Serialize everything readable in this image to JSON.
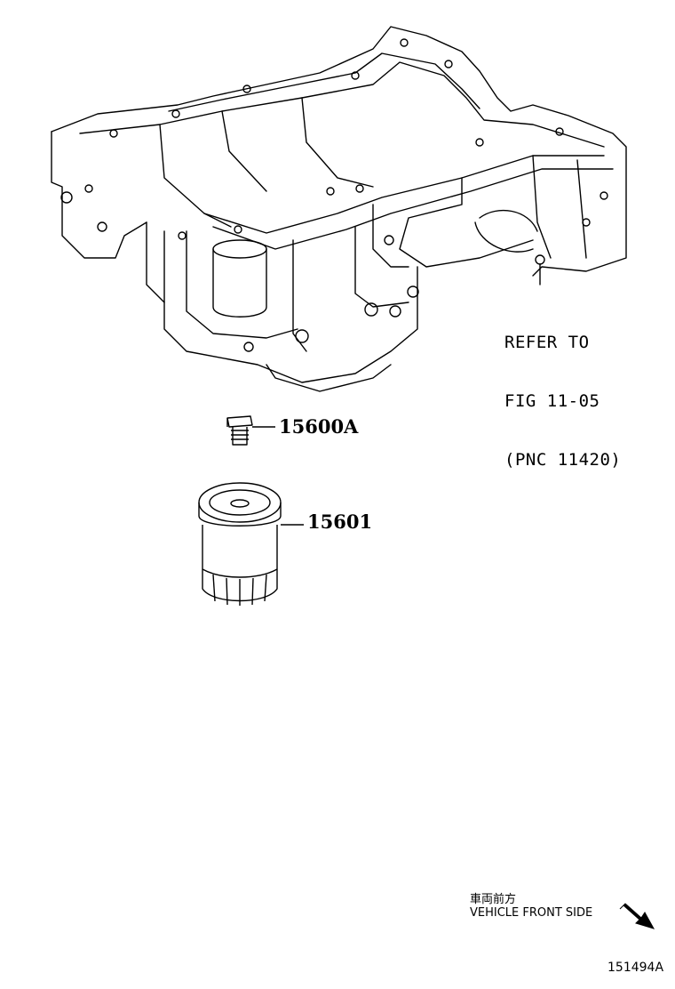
{
  "callout_refer": {
    "line1": "REFER TO",
    "line2": "FIG 11-05",
    "line3": "(PNC 11420)"
  },
  "parts": [
    {
      "part_number": "15600A",
      "icon": "oil-drain-plug-icon"
    },
    {
      "part_number": "15601",
      "icon": "oil-filter-icon"
    }
  ],
  "front_indicator": {
    "japanese": "車両前方",
    "english": "VEHICLE FRONT SIDE",
    "icon": "arrow-down-right-icon"
  },
  "figure_id": "151494A",
  "colors": {
    "line": "#000000",
    "background": "#ffffff"
  }
}
